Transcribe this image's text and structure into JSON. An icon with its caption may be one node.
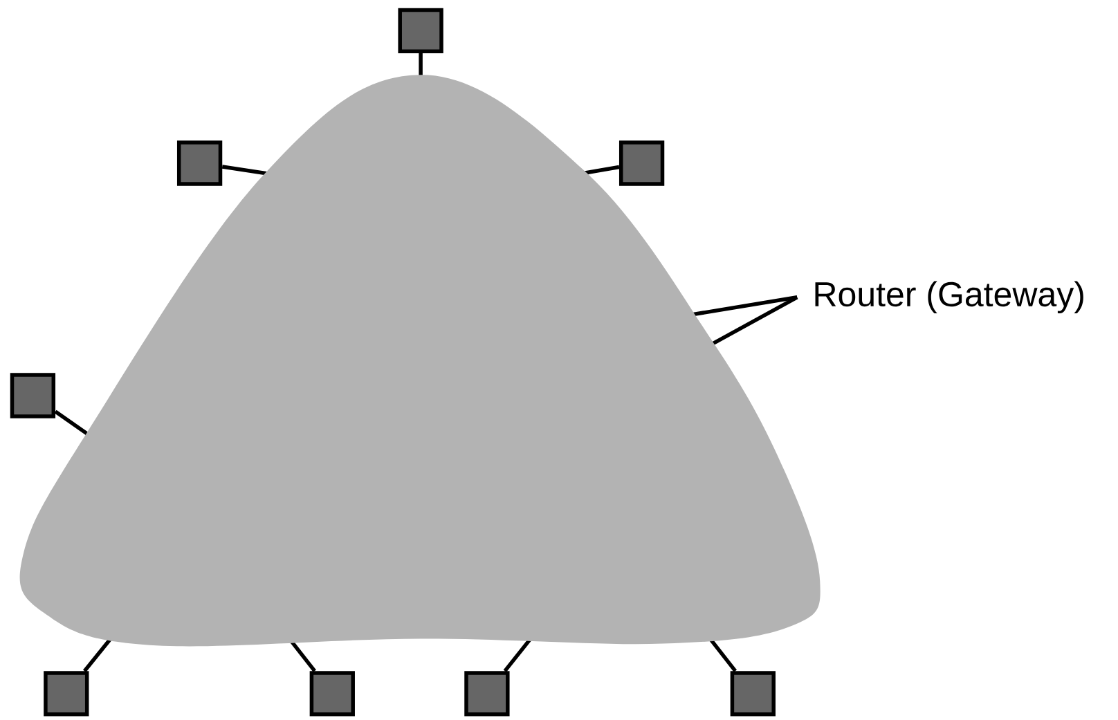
{
  "diagram": {
    "nodes": [
      {
        "text": [],
        "shape": "cloud"
      },
      {
        "text": [],
        "shape": "box"
      },
      {
        "text": [],
        "shape": "box"
      },
      {
        "text": [],
        "shape": "box"
      },
      {
        "text": [],
        "shape": "box"
      },
      {
        "text": [],
        "shape": "box"
      },
      {
        "text": [],
        "shape": "box"
      },
      {
        "text": [],
        "shape": "box"
      },
      {
        "text": [],
        "shape": "box"
      },
      {
        "text": [
          "Router (Gateway)"
        ]
      }
    ],
    "edges": [
      {
        "from": 1,
        "to": 0,
        "arrow": "none"
      },
      {
        "from": 2,
        "to": 0,
        "arrow": "none"
      },
      {
        "from": 3,
        "to": 0,
        "arrow": "none"
      },
      {
        "from": 4,
        "to": 0,
        "arrow": "none"
      },
      {
        "from": 5,
        "to": 0,
        "arrow": "none"
      },
      {
        "from": 6,
        "to": 0,
        "arrow": "none"
      },
      {
        "from": 7,
        "to": 0,
        "arrow": "none"
      },
      {
        "from": 8,
        "to": 0,
        "arrow": "none"
      },
      {
        "from": 9,
        "to": 0,
        "arrow": "none"
      },
      {
        "from": 9,
        "to": 0,
        "arrow": "none"
      }
    ]
  }
}
